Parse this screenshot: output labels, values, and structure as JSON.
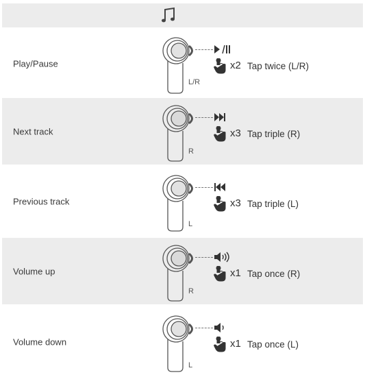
{
  "header": {
    "icon": "music-note-icon"
  },
  "rows": [
    {
      "label": "Play/Pause",
      "side": "L/R",
      "function_icon": "play-pause-icon",
      "tap_count": "x2",
      "tap_desc": "Tap twice (L/R)"
    },
    {
      "label": "Next track",
      "side": "R",
      "function_icon": "next-track-icon",
      "tap_count": "x3",
      "tap_desc": "Tap triple (R)"
    },
    {
      "label": "Previous track",
      "side": "L",
      "function_icon": "previous-track-icon",
      "tap_count": "x3",
      "tap_desc": "Tap triple (L)"
    },
    {
      "label": "Volume up",
      "side": "R",
      "function_icon": "volume-up-icon",
      "tap_count": "x1",
      "tap_desc": "Tap once (R)"
    },
    {
      "label": "Volume down",
      "side": "L",
      "function_icon": "volume-down-icon",
      "tap_count": "x1",
      "tap_desc": "Tap once (L)"
    }
  ],
  "colors": {
    "band": "#ececec",
    "line": "#555555",
    "text": "#3a3a3a"
  }
}
